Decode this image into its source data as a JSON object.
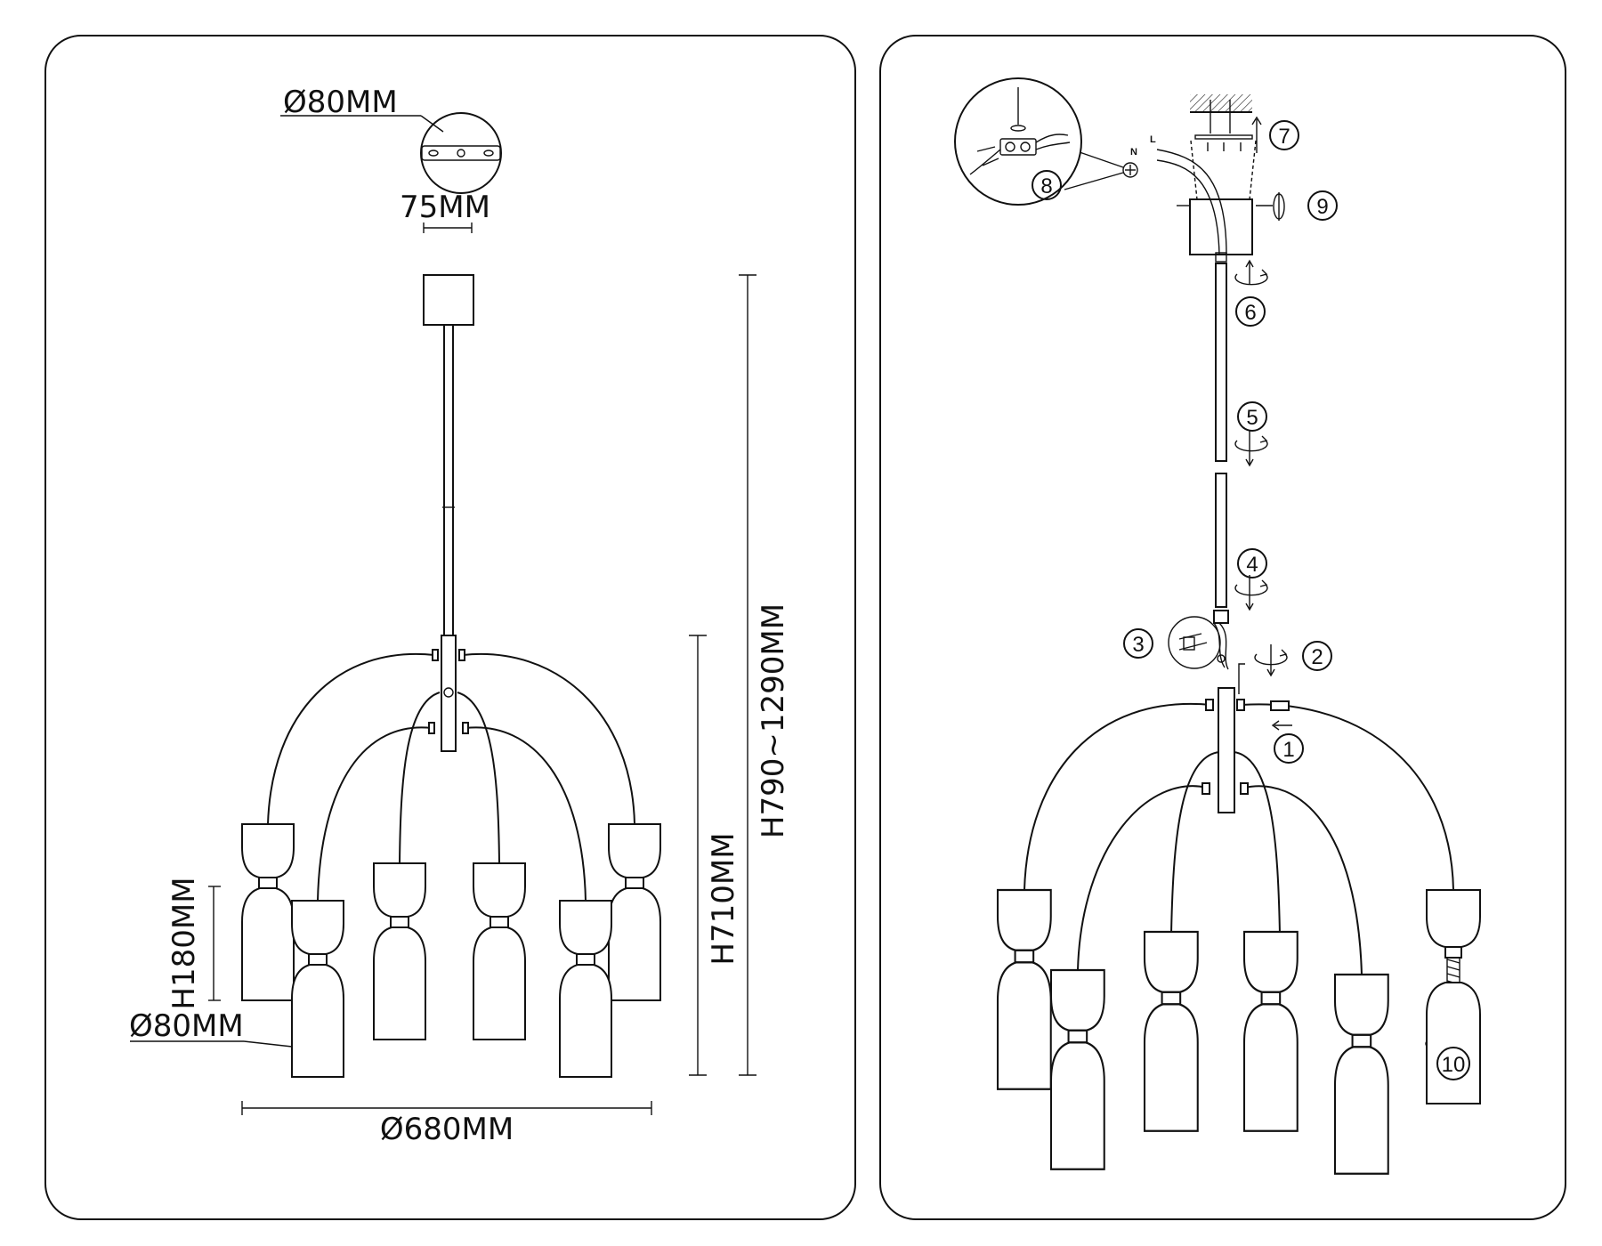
{
  "dimension_panel": {
    "canopy_diameter": "Ø80MM",
    "mount_spacing": "75MM",
    "overall_height": "H790~1290MM",
    "body_height": "H710MM",
    "shade_height": "H180MM",
    "shade_diameter": "Ø80MM",
    "span_diameter": "Ø680MM"
  },
  "assembly_panel": {
    "wire_labels": {
      "neutral": "N",
      "live": "L"
    },
    "steps": [
      "1",
      "2",
      "3",
      "4",
      "5",
      "6",
      "7",
      "8",
      "9",
      "10"
    ]
  },
  "colors": {
    "line": "#111111",
    "background": "#ffffff"
  }
}
